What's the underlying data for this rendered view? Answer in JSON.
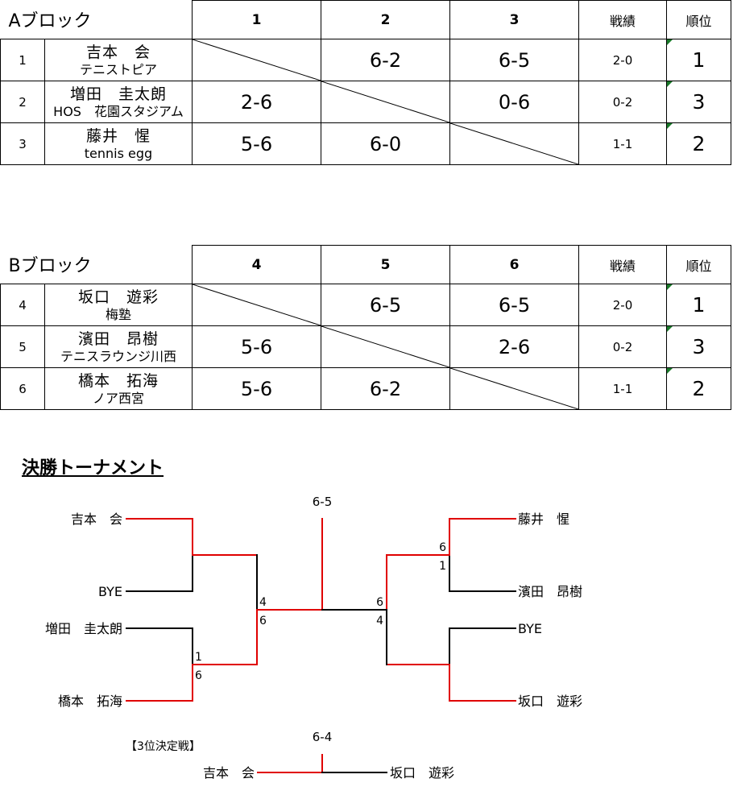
{
  "block_a": {
    "title": "Aブロック",
    "opponents": [
      "1",
      "2",
      "3"
    ],
    "record_header": "戦績",
    "rank_header": "順位",
    "rows": [
      {
        "no": "1",
        "name": "吉本　会",
        "club": "テニストピア",
        "scores": [
          "",
          "6-2",
          "6-5"
        ],
        "record": "2-0",
        "rank": "1"
      },
      {
        "no": "2",
        "name": "増田　圭太朗",
        "club": "HOS　花園スタジアム",
        "scores": [
          "2-6",
          "",
          "0-6"
        ],
        "record": "0-2",
        "rank": "3"
      },
      {
        "no": "3",
        "name": "藤井　惺",
        "club": "tennis egg",
        "scores": [
          "5-6",
          "6-0",
          ""
        ],
        "record": "1-1",
        "rank": "2"
      }
    ]
  },
  "block_b": {
    "title": "Bブロック",
    "opponents": [
      "4",
      "5",
      "6"
    ],
    "record_header": "戦績",
    "rank_header": "順位",
    "rows": [
      {
        "no": "4",
        "name": "坂口　遊彩",
        "club": "梅塾",
        "scores": [
          "",
          "6-5",
          "6-5"
        ],
        "record": "2-0",
        "rank": "1"
      },
      {
        "no": "5",
        "name": "濱田　昂樹",
        "club": "テニスラウンジ川西",
        "scores": [
          "5-6",
          "",
          "2-6"
        ],
        "record": "0-2",
        "rank": "3"
      },
      {
        "no": "6",
        "name": "橋本　拓海",
        "club": "ノア西宮",
        "scores": [
          "5-6",
          "6-2",
          ""
        ],
        "record": "1-1",
        "rank": "2"
      }
    ]
  },
  "tournament": {
    "title": "決勝トーナメント",
    "final_score": "6-5",
    "left": {
      "players": [
        "吉本　会",
        "BYE",
        "増田　圭太朗",
        "橋本　拓海"
      ],
      "semi_scores": [
        "1",
        "6"
      ],
      "final_scores": [
        "4",
        "6"
      ]
    },
    "right": {
      "players": [
        "藤井　惺",
        "濱田　昂樹",
        "BYE",
        "坂口　遊彩"
      ],
      "semi_scores": [
        "6",
        "1"
      ],
      "final_scores": [
        "6",
        "4"
      ]
    },
    "third_place": {
      "label": "【3位決定戦】",
      "score": "6-4",
      "left_player": "吉本　会",
      "right_player": "坂口　遊彩"
    },
    "colors": {
      "win": "#e00000",
      "line": "#000000"
    }
  }
}
